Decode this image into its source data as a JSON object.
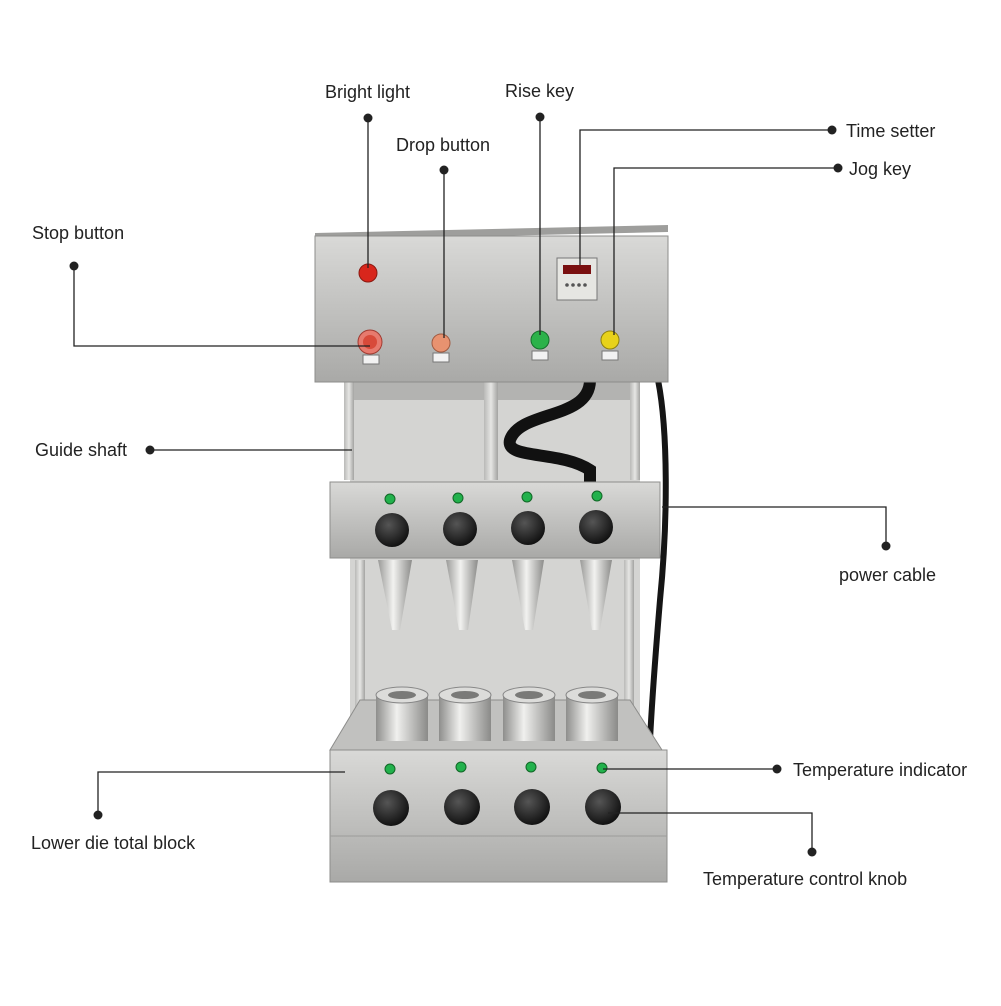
{
  "labels": {
    "bright_light": "Bright light",
    "rise_key": "Rise key",
    "time_setter": "Time setter",
    "drop_button": "Drop button",
    "jog_key": "Jog key",
    "stop_button": "Stop button",
    "guide_shaft": "Guide shaft",
    "power_cable": "power cable",
    "temperature_indicator": "Temperature indicator",
    "lower_die_total_block": "Lower die total block",
    "temperature_control_knob": "Temperature control knob"
  },
  "colors": {
    "steel": "#c8c8c6",
    "steel_dark": "#8f8f8e",
    "knob": "#1a1a1a",
    "indicator_green": "#22b14c",
    "button_red": "#e03a2a",
    "button_orange": "#e89270",
    "button_green": "#2cb24a",
    "button_yellow": "#e8d21a",
    "leader_line": "#222222"
  }
}
